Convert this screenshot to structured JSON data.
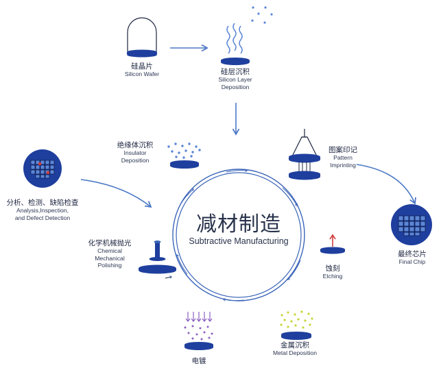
{
  "center": {
    "cn": "减材制造",
    "en": "Subtractive Manufacturing"
  },
  "steps": {
    "silicon_wafer": {
      "cn": "硅晶片",
      "en": "Silicon Wafer"
    },
    "silicon_layer_deposition": {
      "cn": "硅层沉积",
      "en1": "Silicon Layer",
      "en2": "Deposition"
    },
    "insulator_deposition": {
      "cn": "绝缘体沉积",
      "en1": "Insulator",
      "en2": "Deposition"
    },
    "pattern_imprinting": {
      "cn": "图案印记",
      "en1": "Pattern",
      "en2": "Imprinting"
    },
    "analysis": {
      "cn": "分析、检测、缺陷检查",
      "en1": "Analysis,Inspection,",
      "en2": "and Defect Detection"
    },
    "final_chip": {
      "cn": "最终芯片",
      "en": "Final Chip"
    },
    "cmp": {
      "cn": "化学机械抛光",
      "en1": "Chemical",
      "en2": "Mechanical",
      "en3": "Polishing"
    },
    "etching": {
      "cn": "蚀刻",
      "en": "Etching"
    },
    "electroplating": {
      "cn": "电镀"
    },
    "metal_deposition": {
      "cn": "金属沉积",
      "en": "Metal Deposition"
    }
  },
  "colors": {
    "wafer_blue": "#1f3f9e",
    "ring_blue": "#3a64b8",
    "arrow_blue": "#4b78c6",
    "particle_blue": "#5b86d6",
    "purple": "#8a5fc0",
    "yellow_green": "#c8d43a",
    "red": "#d23a3a"
  }
}
